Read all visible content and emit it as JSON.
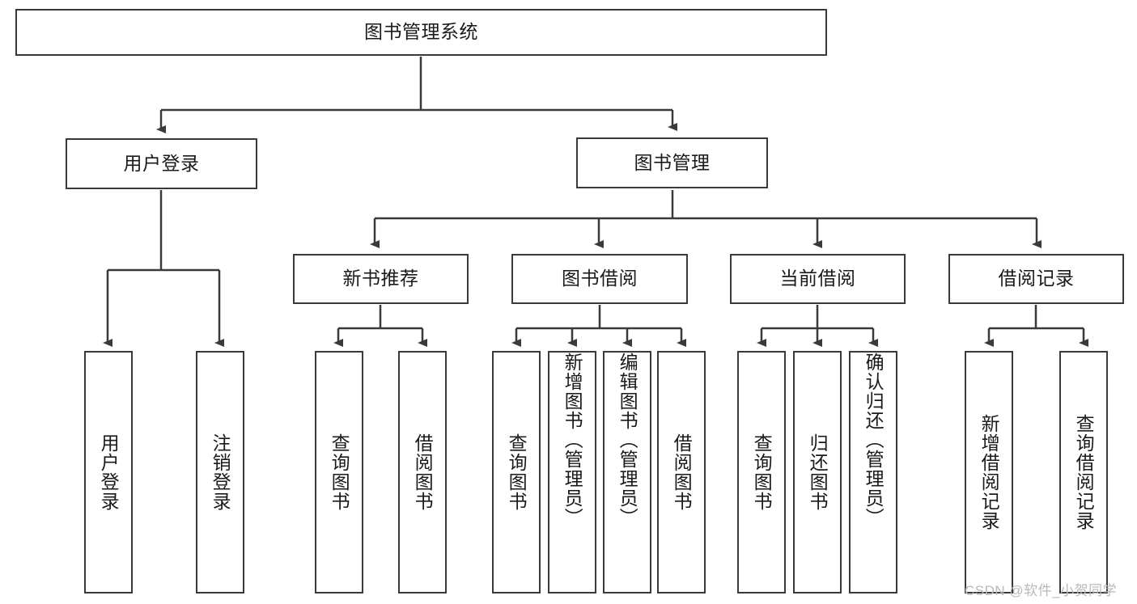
{
  "diagram": {
    "title": "图书管理系统",
    "type": "hierarchy-tree",
    "root": {
      "id": "root",
      "label": "图书管理系统"
    },
    "level1": [
      {
        "id": "user-login",
        "label": "用户登录"
      },
      {
        "id": "book-manage",
        "label": "图书管理"
      }
    ],
    "level2": [
      {
        "id": "new-book-rec",
        "label": "新书推荐",
        "parent": "book-manage"
      },
      {
        "id": "book-borrow",
        "label": "图书借阅",
        "parent": "book-manage"
      },
      {
        "id": "current-borrow",
        "label": "当前借阅",
        "parent": "book-manage"
      },
      {
        "id": "borrow-record",
        "label": "借阅记录",
        "parent": "book-manage"
      }
    ],
    "leaves": {
      "user-login": [
        {
          "id": "leaf-user-login",
          "label": "用户登录"
        },
        {
          "id": "leaf-logout",
          "label": "注销登录"
        }
      ],
      "new-book-rec": [
        {
          "id": "leaf-query-book-1",
          "label": "查询图书"
        },
        {
          "id": "leaf-borrow-book-1",
          "label": "借阅图书"
        }
      ],
      "book-borrow": [
        {
          "id": "leaf-query-book-2",
          "label": "查询图书"
        },
        {
          "id": "leaf-add-book",
          "label": "新增图书（管理员）"
        },
        {
          "id": "leaf-edit-book",
          "label": "编辑图书（管理员）"
        },
        {
          "id": "leaf-borrow-book-2",
          "label": "借阅图书"
        }
      ],
      "current-borrow": [
        {
          "id": "leaf-query-book-3",
          "label": "查询图书"
        },
        {
          "id": "leaf-return-book",
          "label": "归还图书"
        },
        {
          "id": "leaf-confirm-return",
          "label": "确认归还（管理员）"
        }
      ],
      "borrow-record": [
        {
          "id": "leaf-add-record",
          "label": "新增借阅记录"
        },
        {
          "id": "leaf-query-record",
          "label": "查询借阅记录"
        }
      ]
    }
  },
  "watermark": {
    "text": "CSDN @软件_小贺同学"
  },
  "colors": {
    "stroke": "#3a3a3a",
    "text": "#1a1a1a",
    "background": "#ffffff",
    "watermark": "#b9b9b9"
  }
}
